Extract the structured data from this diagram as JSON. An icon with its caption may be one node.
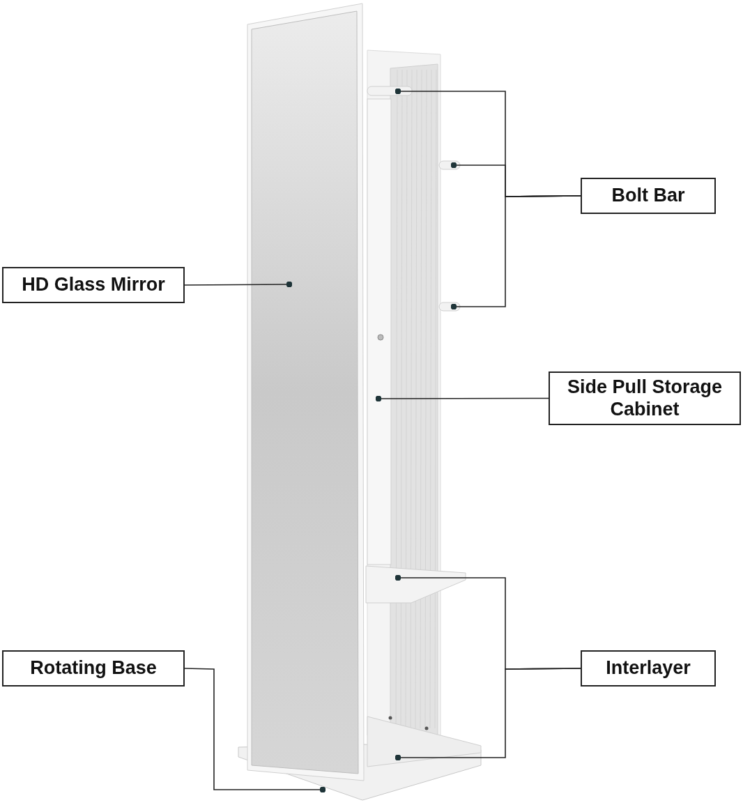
{
  "diagram": {
    "nodes": [
      {
        "text": [
          "HD Glass Mirror"
        ]
      },
      {
        "text": [
          "Bolt Bar"
        ]
      },
      {
        "text": [
          "Side Pull Storage Cabinet"
        ]
      },
      {
        "text": [
          "Rotating Base"
        ]
      },
      {
        "text": [
          "Interlayer"
        ]
      },
      {
        "text": [],
        "shape": "box"
      },
      {
        "text": [],
        "shape": "bar"
      },
      {
        "text": [],
        "shape": "bar"
      },
      {
        "text": [],
        "shape": "bar"
      },
      {
        "text": [],
        "shape": "box"
      },
      {
        "text": [],
        "shape": "box"
      },
      {
        "text": [],
        "shape": "box"
      },
      {
        "text": [],
        "shape": "box"
      }
    ],
    "edges": [
      {
        "from": 0,
        "to": 5,
        "arrow": "other"
      },
      {
        "from": 1,
        "to": 6,
        "arrow": "other"
      },
      {
        "from": 1,
        "to": 7,
        "arrow": "other"
      },
      {
        "from": 1,
        "to": 8,
        "arrow": "other"
      },
      {
        "from": 2,
        "to": 9,
        "arrow": "other"
      },
      {
        "from": 4,
        "to": 10,
        "arrow": "other"
      },
      {
        "from": 4,
        "to": 11,
        "arrow": "other"
      },
      {
        "from": 3,
        "to": 12,
        "arrow": "other"
      }
    ]
  }
}
